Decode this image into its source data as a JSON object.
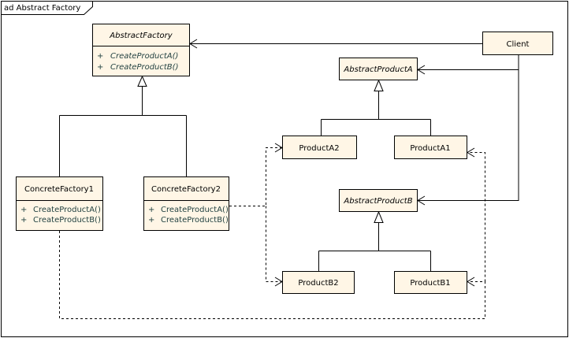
{
  "frame": {
    "title": "ad Abstract Factory"
  },
  "colors": {
    "box_fill": "#fff6e6",
    "box_stroke": "#000000",
    "line": "#000000",
    "background": "#ffffff"
  },
  "classes": {
    "abstract_factory": {
      "name": "AbstractFactory",
      "ops": [
        {
          "vis": "+",
          "name": "CreateProductA()"
        },
        {
          "vis": "+",
          "name": "CreateProductB()"
        }
      ]
    },
    "client": {
      "name": "Client"
    },
    "abstract_product_a": {
      "name": "AbstractProductA"
    },
    "abstract_product_b": {
      "name": "AbstractProductB"
    },
    "product_a2": {
      "name": "ProductA2"
    },
    "product_a1": {
      "name": "ProductA1"
    },
    "product_b2": {
      "name": "ProductB2"
    },
    "product_b1": {
      "name": "ProductB1"
    },
    "concrete_factory_1": {
      "name": "ConcreteFactory1",
      "ops": [
        {
          "vis": "+",
          "name": "CreateProductA()"
        },
        {
          "vis": "+",
          "name": "CreateProductB()"
        }
      ]
    },
    "concrete_factory_2": {
      "name": "ConcreteFactory2",
      "ops": [
        {
          "vis": "+",
          "name": "CreateProductA()"
        },
        {
          "vis": "+",
          "name": "CreateProductB()"
        }
      ]
    }
  }
}
